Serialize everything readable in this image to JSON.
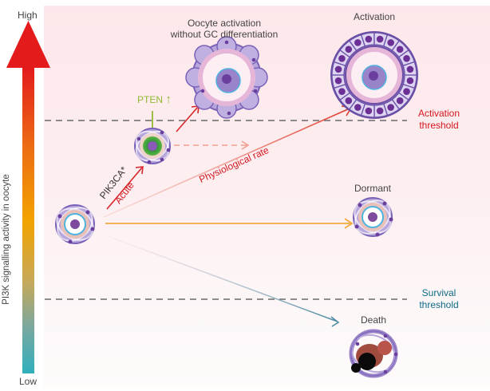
{
  "axis": {
    "high_label": "High",
    "low_label": "Low",
    "title": "PI3K signalling activity in oocyte",
    "gradient_colors": [
      "#e31b1b",
      "#ec6a15",
      "#f2a300",
      "#c6a95a",
      "#7aa8a0",
      "#2fb0bc"
    ]
  },
  "thresholds": {
    "activation": {
      "label_line1": "Activation",
      "label_line2": "threshold",
      "color": "#d4181f"
    },
    "survival": {
      "label_line1": "Survival",
      "label_line2": "threshold",
      "color": "#0e6a86"
    }
  },
  "stages": {
    "oocyte_activation_no_gc": {
      "line1": "Oocyte activation",
      "line2": "without GC differentiation"
    },
    "activation": {
      "label": "Activation"
    },
    "dormant": {
      "label": "Dormant"
    },
    "death": {
      "label": "Death"
    }
  },
  "pathways": {
    "pten": {
      "label": "PTEN",
      "arrow_glyph": "↑",
      "color": "#94b832"
    },
    "pik3ca": {
      "label": "PIK3CA*",
      "color": "#333333"
    },
    "acute": {
      "label": "Acute",
      "color": "#d4181f"
    },
    "physiological": {
      "label": "Physiological rate",
      "color": "#d4181f"
    }
  },
  "colors": {
    "red_arrow": "#d7262b",
    "orange_arrow": "#f2a93b",
    "teal_arrow": "#4a8aa0",
    "dashed_line": "#6a6a6a",
    "granulosa": "#8e7bc6",
    "granulosa_dark": "#6b4fa6",
    "zona": "#e6b6d8",
    "oocyte": "#9a84c9",
    "nucleus_ring": "#4fb3e0"
  }
}
